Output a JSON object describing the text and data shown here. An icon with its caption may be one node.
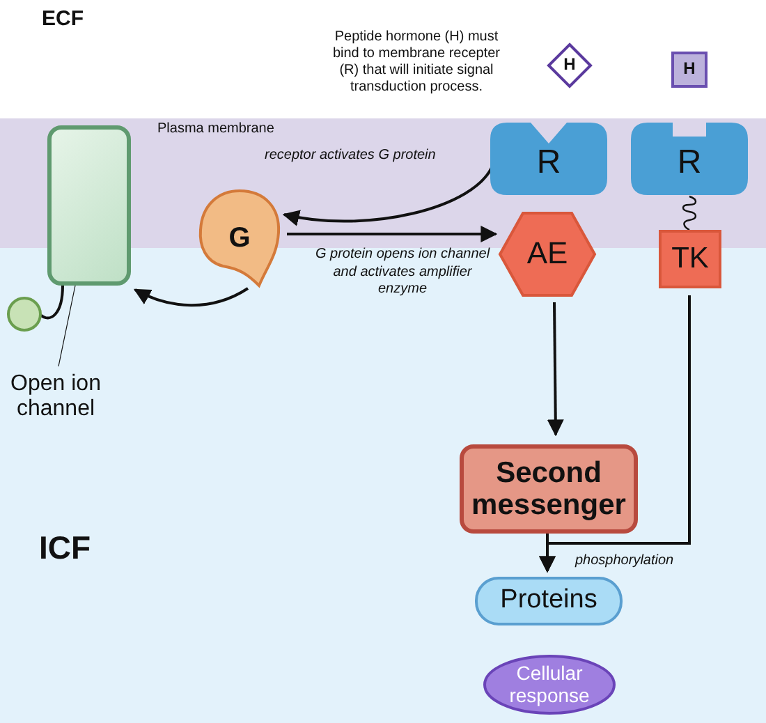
{
  "diagram": {
    "nodes": [
      {
        "text": [
          "H"
        ]
      },
      {
        "text": [
          "H"
        ]
      },
      {
        "text": [],
        "shape": "box"
      },
      {
        "text": [
          "R"
        ]
      },
      {
        "text": [
          "R"
        ]
      },
      {
        "text": [
          "G"
        ]
      },
      {
        "text": [
          "AE"
        ]
      },
      {
        "text": [
          "TK"
        ]
      },
      {
        "text": [],
        "shape": "circle"
      },
      {
        "text": [
          "Open ion channel"
        ]
      },
      {
        "text": [
          "Second messenger"
        ]
      },
      {
        "text": [
          "Proteins"
        ]
      },
      {
        "text": [
          "Cellular response"
        ]
      }
    ],
    "edges": [
      {
        "from": 3,
        "to": 5,
        "arrow": "to",
        "label": "receptor activates G protein"
      },
      {
        "from": 5,
        "to": 6,
        "arrow": "to",
        "label": "G protein opens ion channel and activates amplifier enzyme"
      },
      {
        "from": 5,
        "to": 2,
        "arrow": "to"
      },
      {
        "from": 2,
        "to": 8,
        "arrow": "none"
      },
      {
        "from": 9,
        "to": 2,
        "arrow": "none"
      },
      {
        "from": 4,
        "to": 7,
        "arrow": "none"
      },
      {
        "from": 6,
        "to": 10,
        "arrow": "to"
      },
      {
        "from": 10,
        "to": 11,
        "arrow": "to"
      },
      {
        "from": 7,
        "to": 11,
        "arrow": "to",
        "label": "phosphorylation"
      }
    ],
    "labels": [
      "ECF",
      "Peptide hormone (H) must bind to membrane recepter (R) that will initiate signal transduction process.",
      "Plasma membrane",
      "ICF"
    ]
  }
}
